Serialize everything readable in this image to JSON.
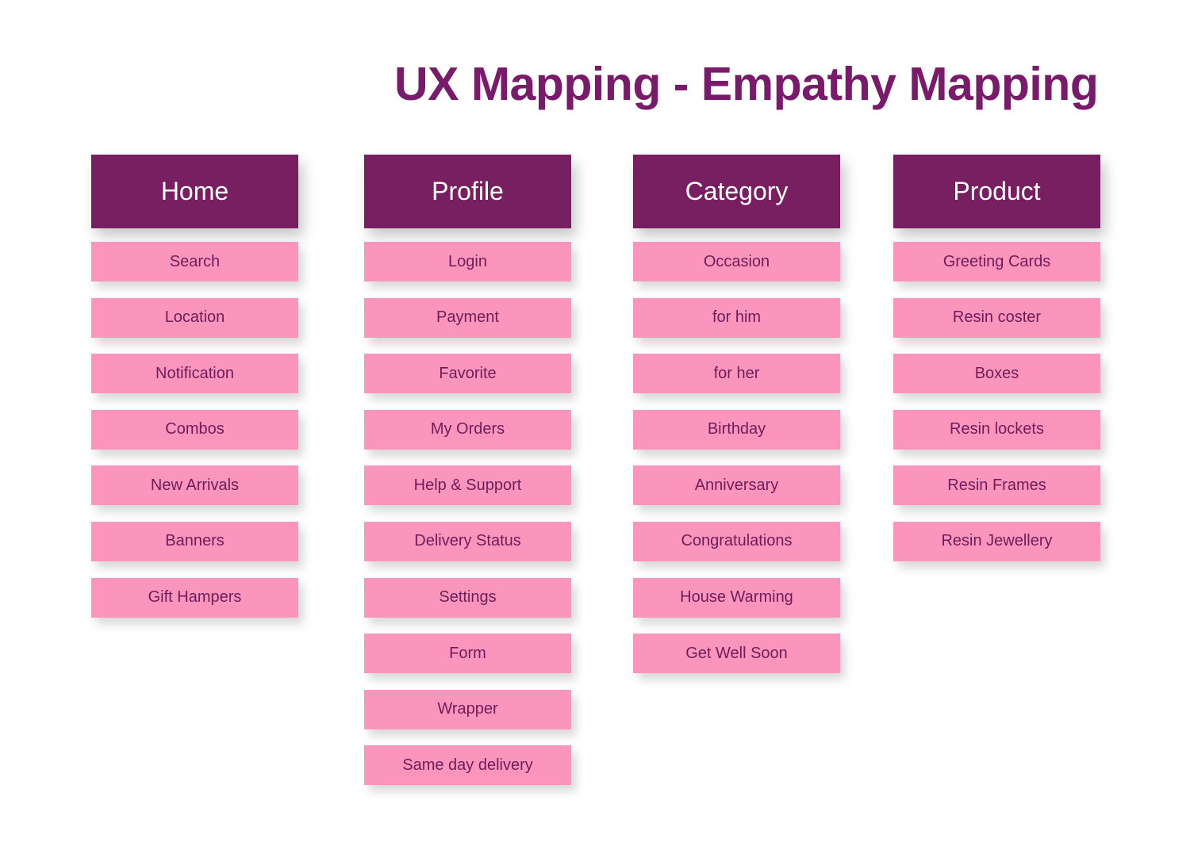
{
  "title": "UX Mapping - Empathy Mapping",
  "colors": {
    "title": "#7a1a6a",
    "header_bg": "#771f60",
    "header_text": "#ffffff",
    "item_bg": "#fc95bc",
    "item_text": "#6d1d5c"
  },
  "columns": [
    {
      "heading": "Home",
      "items": [
        "Search",
        "Location",
        "Notification",
        "Combos",
        "New Arrivals",
        "Banners",
        "Gift Hampers"
      ]
    },
    {
      "heading": "Profile",
      "items": [
        "Login",
        "Payment",
        "Favorite",
        "My Orders",
        "Help & Support",
        "Delivery Status",
        "Settings",
        "Form",
        "Wrapper",
        "Same day delivery"
      ]
    },
    {
      "heading": "Category",
      "items": [
        "Occasion",
        "for him",
        "for her",
        "Birthday",
        "Anniversary",
        "Congratulations",
        "House Warming",
        "Get Well Soon"
      ]
    },
    {
      "heading": "Product",
      "items": [
        "Greeting Cards",
        "Resin coster",
        "Boxes",
        "Resin lockets",
        "Resin Frames",
        "Resin Jewellery"
      ]
    }
  ]
}
